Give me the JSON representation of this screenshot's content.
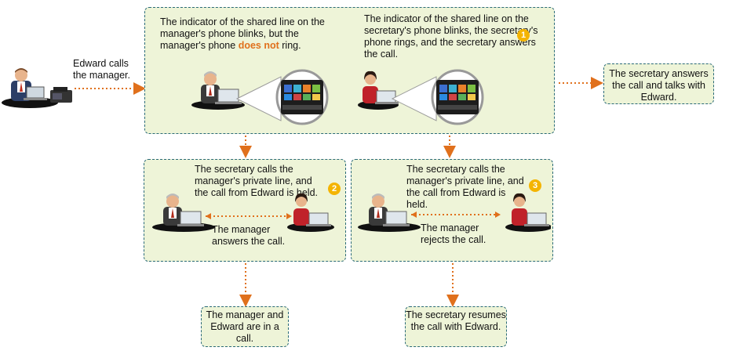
{
  "edward_label": "Edward calls the manager.",
  "top_left_text": {
    "part1": "The indicator of the shared line on the manager's phone blinks, but the manager's phone ",
    "emphasis": "does not",
    "part2": " ring."
  },
  "top_right_text": "The indicator of the shared line on the secretary's phone blinks, the secretary's phone rings, and the secretary answers the call.",
  "right_outcome": "The secretary answers the call and talks with Edward.",
  "mid_left": {
    "top": "The secretary calls the manager's private line, and the call from Edward is held.",
    "bottom": "The manager answers the call."
  },
  "mid_right": {
    "top": "The secretary calls the manager's private line, and the call from Edward is held.",
    "bottom": "The manager rejects the call."
  },
  "bottom_left_outcome": "The manager and Edward are in a call.",
  "bottom_right_outcome": "The secretary resumes the call with Edward.",
  "badges": [
    "1",
    "2",
    "3"
  ],
  "colors": {
    "box_fill": "#eef4d8",
    "box_border": "#2a6a78",
    "arrow": "#e0701c",
    "badge": "#f4b400"
  }
}
